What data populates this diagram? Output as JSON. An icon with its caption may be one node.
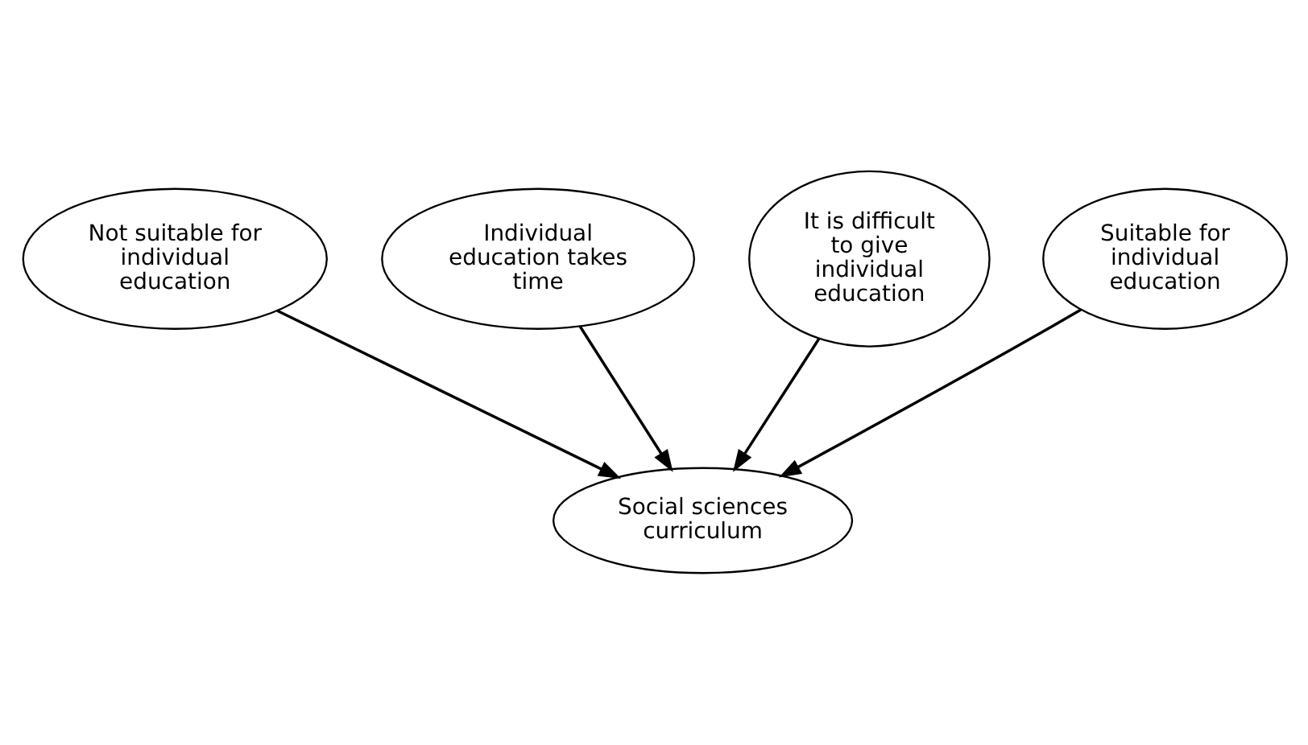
{
  "diagram": {
    "nodes": [
      {
        "text": [
          "Not suitable for individual education"
        ]
      },
      {
        "text": [
          "Individual education takes time"
        ]
      },
      {
        "text": [
          "It is difficult to give individual education"
        ]
      },
      {
        "text": [
          "Suitable for individual education"
        ]
      },
      {
        "text": [
          "Social sciences curriculum"
        ]
      }
    ],
    "edges": [
      {
        "from": 0,
        "to": 4,
        "arrow": "to"
      },
      {
        "from": 1,
        "to": 4,
        "arrow": "to"
      },
      {
        "from": 2,
        "to": 4,
        "arrow": "to"
      },
      {
        "from": 3,
        "to": 4,
        "arrow": "to"
      }
    ]
  }
}
